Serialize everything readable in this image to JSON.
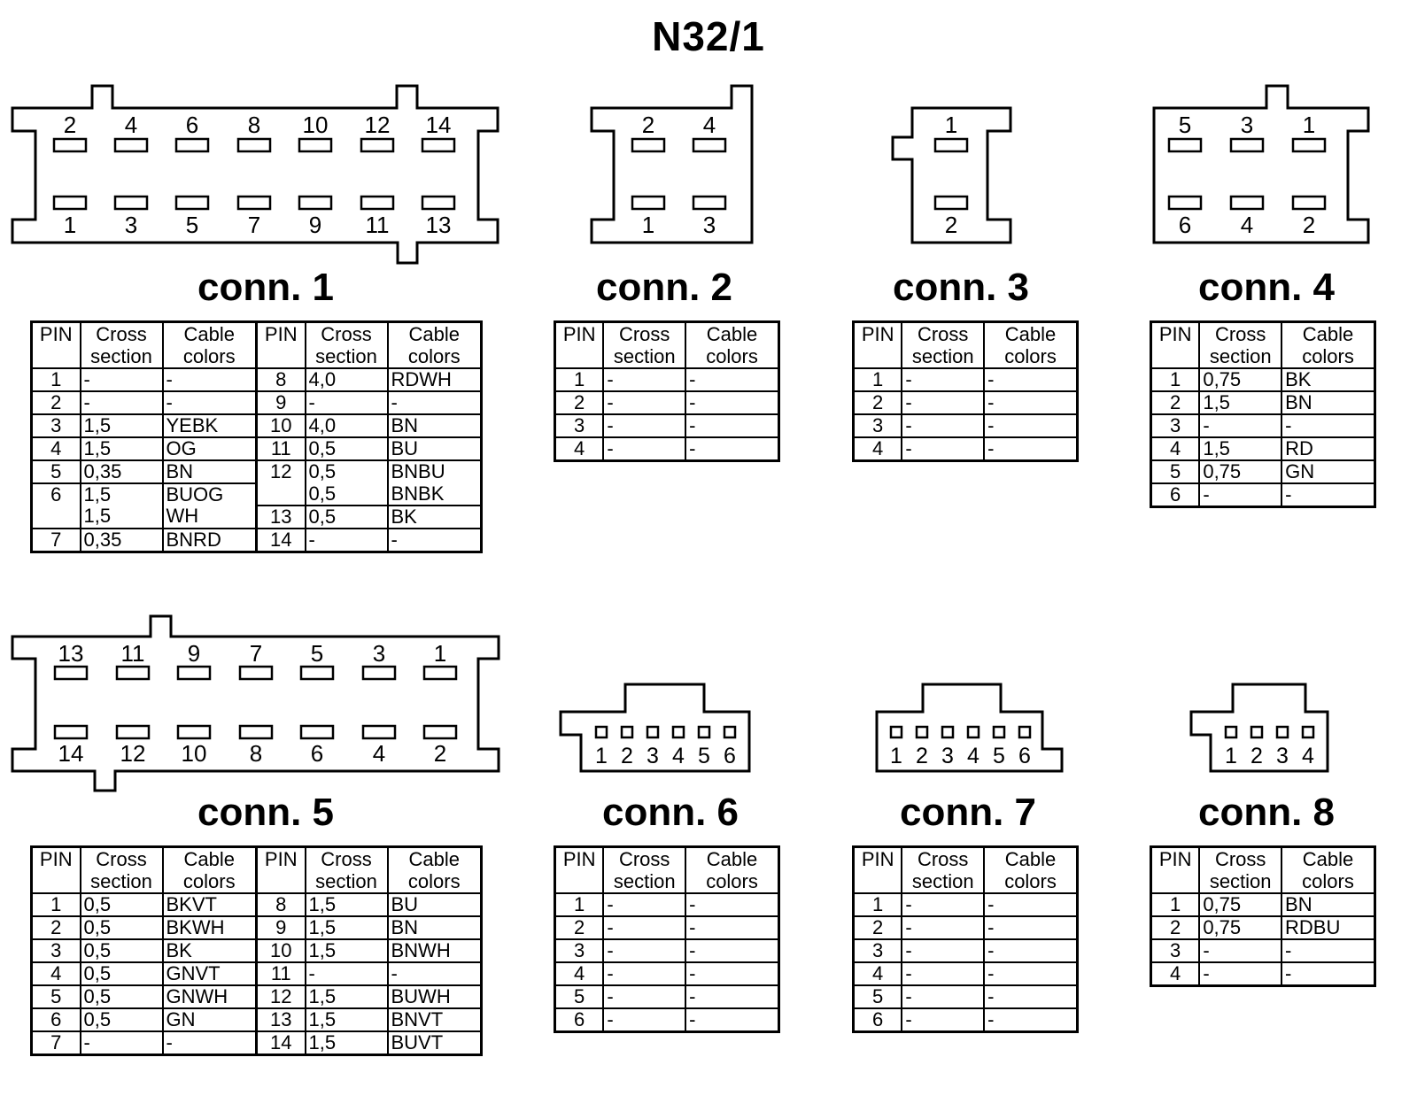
{
  "title": "N32/1",
  "headers": {
    "pin": "PIN",
    "cross": [
      "Cross",
      "section"
    ],
    "colors": [
      "Cable",
      "colors"
    ]
  },
  "connectors": {
    "conn1": {
      "label": "conn. 1",
      "top_pins": [
        "2",
        "4",
        "6",
        "8",
        "10",
        "12",
        "14"
      ],
      "bottom_pins": [
        "1",
        "3",
        "5",
        "7",
        "9",
        "11",
        "13"
      ],
      "rows_left": [
        {
          "pin": "1",
          "cross": [
            "-"
          ],
          "colors": [
            "-"
          ]
        },
        {
          "pin": "2",
          "cross": [
            "-"
          ],
          "colors": [
            "-"
          ]
        },
        {
          "pin": "3",
          "cross": [
            "1,5"
          ],
          "colors": [
            "YEBK"
          ]
        },
        {
          "pin": "4",
          "cross": [
            "1,5"
          ],
          "colors": [
            "OG"
          ]
        },
        {
          "pin": "5",
          "cross": [
            "0,35"
          ],
          "colors": [
            "BN"
          ]
        },
        {
          "pin": "6",
          "cross": [
            "1,5",
            "1,5"
          ],
          "colors": [
            "BUOG",
            "WH"
          ]
        },
        {
          "pin": "7",
          "cross": [
            "0,35"
          ],
          "colors": [
            "BNRD"
          ]
        }
      ],
      "rows_right": [
        {
          "pin": "8",
          "cross": [
            "4,0"
          ],
          "colors": [
            "RDWH"
          ]
        },
        {
          "pin": "9",
          "cross": [
            "-"
          ],
          "colors": [
            "-"
          ]
        },
        {
          "pin": "10",
          "cross": [
            "4,0"
          ],
          "colors": [
            "BN"
          ]
        },
        {
          "pin": "11",
          "cross": [
            "0,5"
          ],
          "colors": [
            "BU"
          ]
        },
        {
          "pin": "12",
          "cross": [
            "0,5",
            "0,5"
          ],
          "colors": [
            "BNBU",
            "BNBK"
          ]
        },
        {
          "pin": "13",
          "cross": [
            "0,5"
          ],
          "colors": [
            "BK"
          ]
        },
        {
          "pin": "14",
          "cross": [
            "-"
          ],
          "colors": [
            "-"
          ]
        }
      ]
    },
    "conn2": {
      "label": "conn. 2",
      "top_pins": [
        "2",
        "4"
      ],
      "bottom_pins": [
        "1",
        "3"
      ],
      "rows": [
        {
          "pin": "1",
          "cross": "-",
          "colors": "-"
        },
        {
          "pin": "2",
          "cross": "-",
          "colors": "-"
        },
        {
          "pin": "3",
          "cross": "-",
          "colors": "-"
        },
        {
          "pin": "4",
          "cross": "-",
          "colors": "-"
        }
      ]
    },
    "conn3": {
      "label": "conn. 3",
      "top_pins": [
        "1"
      ],
      "bottom_pins": [
        "2"
      ],
      "rows": [
        {
          "pin": "1",
          "cross": "-",
          "colors": "-"
        },
        {
          "pin": "2",
          "cross": "-",
          "colors": "-"
        },
        {
          "pin": "3",
          "cross": "-",
          "colors": "-"
        },
        {
          "pin": "4",
          "cross": "-",
          "colors": "-"
        }
      ]
    },
    "conn4": {
      "label": "conn. 4",
      "top_pins": [
        "5",
        "3",
        "1"
      ],
      "bottom_pins": [
        "6",
        "4",
        "2"
      ],
      "rows": [
        {
          "pin": "1",
          "cross": "0,75",
          "colors": "BK"
        },
        {
          "pin": "2",
          "cross": "1,5",
          "colors": "BN"
        },
        {
          "pin": "3",
          "cross": "-",
          "colors": "-"
        },
        {
          "pin": "4",
          "cross": "1,5",
          "colors": "RD"
        },
        {
          "pin": "5",
          "cross": "0,75",
          "colors": "GN"
        },
        {
          "pin": "6",
          "cross": "-",
          "colors": "-"
        }
      ]
    },
    "conn5": {
      "label": "conn. 5",
      "top_pins": [
        "13",
        "11",
        "9",
        "7",
        "5",
        "3",
        "1"
      ],
      "bottom_pins": [
        "14",
        "12",
        "10",
        "8",
        "6",
        "4",
        "2"
      ],
      "rows_left": [
        {
          "pin": "1",
          "cross": [
            "0,5"
          ],
          "colors": [
            "BKVT"
          ]
        },
        {
          "pin": "2",
          "cross": [
            "0,5"
          ],
          "colors": [
            "BKWH"
          ]
        },
        {
          "pin": "3",
          "cross": [
            "0,5"
          ],
          "colors": [
            "BK"
          ]
        },
        {
          "pin": "4",
          "cross": [
            "0,5"
          ],
          "colors": [
            "GNVT"
          ]
        },
        {
          "pin": "5",
          "cross": [
            "0,5"
          ],
          "colors": [
            "GNWH"
          ]
        },
        {
          "pin": "6",
          "cross": [
            "0,5"
          ],
          "colors": [
            "GN"
          ]
        },
        {
          "pin": "7",
          "cross": [
            "-"
          ],
          "colors": [
            "-"
          ]
        }
      ],
      "rows_right": [
        {
          "pin": "8",
          "cross": [
            "1,5"
          ],
          "colors": [
            "BU"
          ]
        },
        {
          "pin": "9",
          "cross": [
            "1,5"
          ],
          "colors": [
            "BN"
          ]
        },
        {
          "pin": "10",
          "cross": [
            "1,5"
          ],
          "colors": [
            "BNWH"
          ]
        },
        {
          "pin": "11",
          "cross": [
            "-"
          ],
          "colors": [
            "-"
          ]
        },
        {
          "pin": "12",
          "cross": [
            "1,5"
          ],
          "colors": [
            "BUWH"
          ]
        },
        {
          "pin": "13",
          "cross": [
            "1,5"
          ],
          "colors": [
            "BNVT"
          ]
        },
        {
          "pin": "14",
          "cross": [
            "1,5"
          ],
          "colors": [
            "BUVT"
          ]
        }
      ]
    },
    "conn6": {
      "label": "conn. 6",
      "pins": [
        "1",
        "2",
        "3",
        "4",
        "5",
        "6"
      ],
      "rows": [
        {
          "pin": "1",
          "cross": "-",
          "colors": "-"
        },
        {
          "pin": "2",
          "cross": "-",
          "colors": "-"
        },
        {
          "pin": "3",
          "cross": "-",
          "colors": "-"
        },
        {
          "pin": "4",
          "cross": "-",
          "colors": "-"
        },
        {
          "pin": "5",
          "cross": "-",
          "colors": "-"
        },
        {
          "pin": "6",
          "cross": "-",
          "colors": "-"
        }
      ]
    },
    "conn7": {
      "label": "conn. 7",
      "pins": [
        "1",
        "2",
        "3",
        "4",
        "5",
        "6"
      ],
      "rows": [
        {
          "pin": "1",
          "cross": "-",
          "colors": "-"
        },
        {
          "pin": "2",
          "cross": "-",
          "colors": "-"
        },
        {
          "pin": "3",
          "cross": "-",
          "colors": "-"
        },
        {
          "pin": "4",
          "cross": "-",
          "colors": "-"
        },
        {
          "pin": "5",
          "cross": "-",
          "colors": "-"
        },
        {
          "pin": "6",
          "cross": "-",
          "colors": "-"
        }
      ]
    },
    "conn8": {
      "label": "conn. 8",
      "pins": [
        "1",
        "2",
        "3",
        "4"
      ],
      "rows": [
        {
          "pin": "1",
          "cross": "0,75",
          "colors": "BN"
        },
        {
          "pin": "2",
          "cross": "0,75",
          "colors": "RDBU"
        },
        {
          "pin": "3",
          "cross": "-",
          "colors": "-"
        },
        {
          "pin": "4",
          "cross": "-",
          "colors": "-"
        }
      ]
    }
  }
}
